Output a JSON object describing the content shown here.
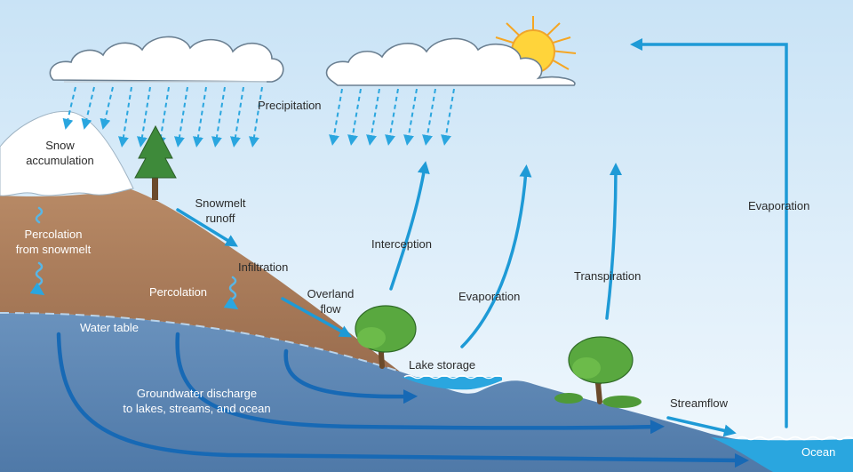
{
  "labels": {
    "precipitation": "Precipitation",
    "snow_accumulation": [
      "Snow",
      "accumulation"
    ],
    "snowmelt_runoff": [
      "Snowmelt",
      "runoff"
    ],
    "percolation_from_snowmelt": [
      "Percolation",
      "from snowmelt"
    ],
    "infiltration": "Infiltration",
    "percolation": "Percolation",
    "overland_flow": [
      "Overland",
      "flow"
    ],
    "interception": "Interception",
    "evaporation_land": "Evaporation",
    "transpiration": "Transpiration",
    "evaporation_ocean": "Evaporation",
    "water_table": "Water table",
    "lake_storage": "Lake storage",
    "groundwater_discharge": [
      "Groundwater discharge",
      "to lakes, streams, and ocean"
    ],
    "streamflow": "Streamflow",
    "ocean": "Ocean"
  },
  "colors": {
    "sky_top": "#cfe6f7",
    "sky_bottom": "#eef7fd",
    "soil": "#a97b5a",
    "groundwater": "#5e87b3",
    "arrow": "#1e9ad6",
    "dark_arrow": "#1769b5",
    "snow": "#ffffff",
    "sun": "#ffd43a",
    "tree": "#4a9a3a"
  },
  "icons": [
    "sun-icon",
    "cloud-icon",
    "tree-icon",
    "rain-icon",
    "wave-icon"
  ]
}
